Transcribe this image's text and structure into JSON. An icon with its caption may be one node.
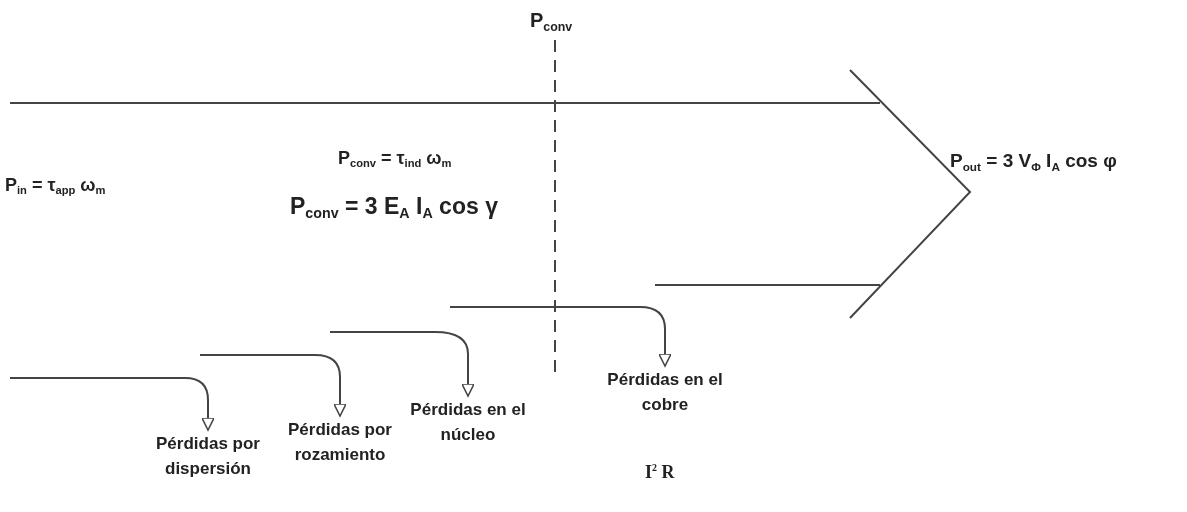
{
  "diagram": {
    "nodes": [
      {
        "text": [
          "Pérdidas por dispersión"
        ]
      },
      {
        "text": [
          "Pérdidas por rozamiento"
        ]
      },
      {
        "text": [
          "Pérdidas en el núcleo"
        ]
      },
      {
        "text": [
          "Pérdidas en el cobre"
        ],
        "beside": [
          "I$^{2}$ R"
        ]
      }
    ],
    "edges": [
      {
        "from": null,
        "to": 0,
        "arrow": "to"
      },
      {
        "from": null,
        "to": 1,
        "arrow": "to"
      },
      {
        "from": null,
        "to": 2,
        "arrow": "to"
      },
      {
        "from": null,
        "to": 3,
        "arrow": "to"
      }
    ],
    "labels": [
      "P$_{conv}$",
      "P$_{conv}$ = τ$_{ind}$ ω$_{m}$",
      "P$_{out}$ = 3 V$_{Φ}$ I$_{A}$ cos φ",
      "P$_{in}$ = τ$_{app}$ ω$_{m}$",
      "P$_{conv}$ = 3 E$_{A}$ I$_{A}$ cos γ"
    ]
  }
}
